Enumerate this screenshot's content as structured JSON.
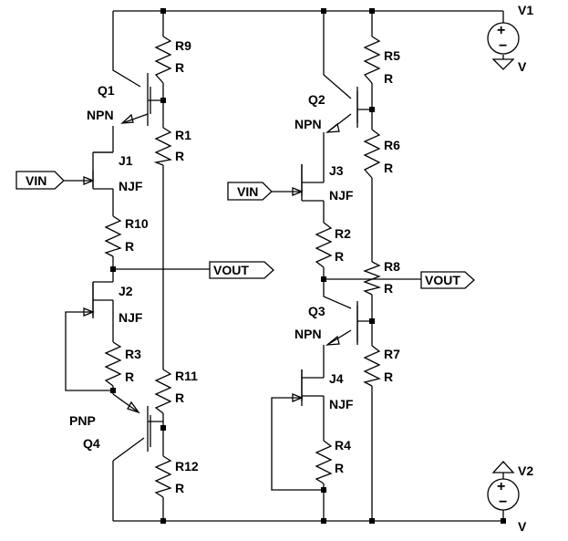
{
  "labels": {
    "V1": "V1",
    "V1_val": "V",
    "V2": "V2",
    "V2_val": "V",
    "Q1": "Q1",
    "Q1_type": "NPN",
    "Q2": "Q2",
    "Q2_type": "NPN",
    "Q3": "Q3",
    "Q3_type": "NPN",
    "Q4": "Q4",
    "Q4_type": "PNP",
    "J1": "J1",
    "J1_type": "NJF",
    "J2": "J2",
    "J2_type": "NJF",
    "J3": "J3",
    "J3_type": "NJF",
    "J4": "J4",
    "J4_type": "NJF",
    "R1": "R1",
    "R1_val": "R",
    "R2": "R2",
    "R2_val": "R",
    "R3": "R3",
    "R3_val": "R",
    "R4": "R4",
    "R4_val": "R",
    "R5": "R5",
    "R5_val": "R",
    "R6": "R6",
    "R6_val": "R",
    "R7": "R7",
    "R7_val": "R",
    "R8": "R8",
    "R8_val": "R",
    "R9": "R9",
    "R9_val": "R",
    "R10": "R10",
    "R10_val": "R",
    "R11": "R11",
    "R11_val": "R",
    "R12": "R12",
    "R12_val": "R",
    "vin_left": "VIN",
    "vin_right": "VIN",
    "vout_left": "VOUT",
    "vout_right": "VOUT"
  },
  "colors": {
    "ink": "#000000",
    "background": "#ffffff"
  }
}
